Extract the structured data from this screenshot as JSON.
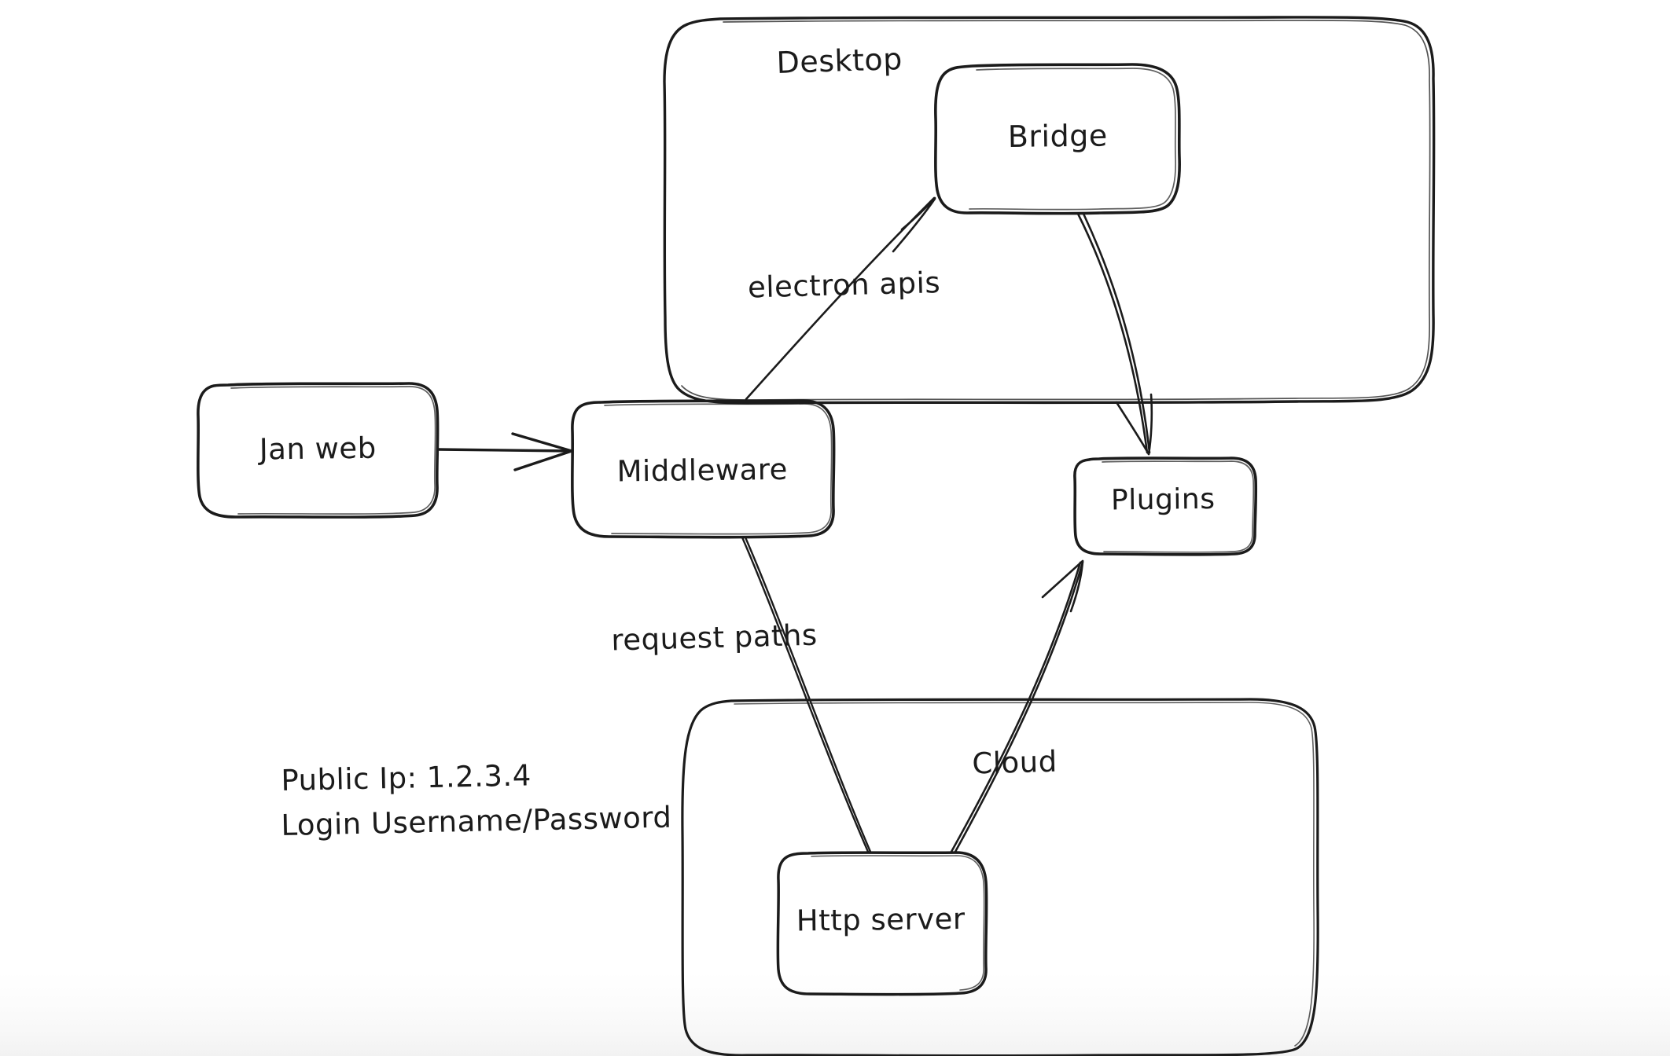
{
  "diagram": {
    "type": "architecture-flow-diagram",
    "style": "hand-drawn-whiteboard",
    "background_color": "#ffffff",
    "stroke_color": "#1b1b1b",
    "groups": [
      {
        "id": "desktop",
        "label": "Desktop",
        "contains": [
          "bridge"
        ]
      },
      {
        "id": "cloud-group",
        "label": "",
        "contains": [
          "http-server"
        ]
      }
    ],
    "nodes": [
      {
        "id": "jan-web",
        "label": "Jan web"
      },
      {
        "id": "middleware",
        "label": "Middleware"
      },
      {
        "id": "bridge",
        "label": "Bridge"
      },
      {
        "id": "plugins",
        "label": "Plugins"
      },
      {
        "id": "http-server",
        "label": "Http server"
      }
    ],
    "edges": [
      {
        "id": "janweb-to-middleware",
        "from": "jan-web",
        "to": "middleware",
        "label": "",
        "arrow": true
      },
      {
        "id": "middleware-to-bridge",
        "from": "middleware",
        "to": "bridge",
        "label": "electron apis",
        "arrow": true
      },
      {
        "id": "bridge-to-plugins",
        "from": "bridge",
        "to": "plugins",
        "label": "",
        "arrow": true
      },
      {
        "id": "middleware-to-http",
        "from": "middleware",
        "to": "http-server",
        "label": "request paths",
        "arrow": false
      },
      {
        "id": "http-to-plugins",
        "from": "http-server",
        "to": "plugins",
        "label": "Cloud",
        "arrow": true
      }
    ],
    "labels": {
      "electron_apis": "electron apis",
      "request_paths": "request paths",
      "cloud": "Cloud",
      "desktop": "Desktop"
    },
    "notes": {
      "public_ip": "Public Ip: 1.2.3.4",
      "login": "Login Username/Password"
    }
  }
}
